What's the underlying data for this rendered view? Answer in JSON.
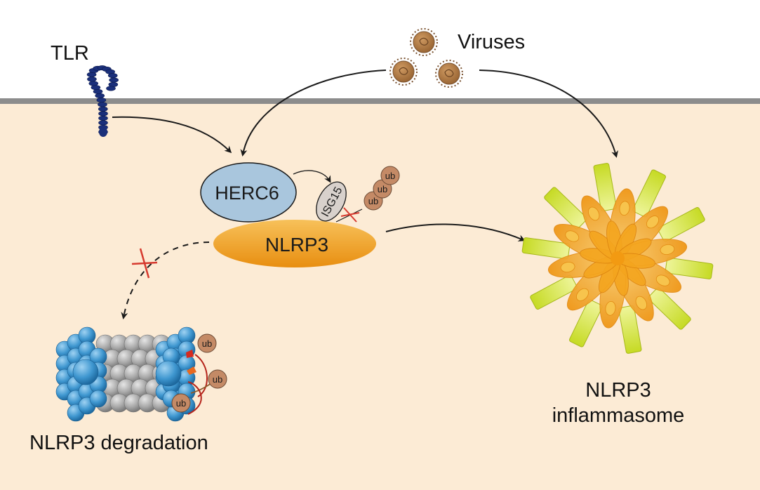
{
  "labels": {
    "tlr": "TLR",
    "viruses": "Viruses",
    "herc6": "HERC6",
    "isg15": "ISG15",
    "nlrp3": "NLRP3",
    "ub": "ub",
    "degradation": "NLRP3 degradation",
    "inflammasome_line1": "NLRP3",
    "inflammasome_line2": "inflammasome"
  },
  "colors": {
    "extracellular": "#ffffff",
    "cytoplasm": "#fcebd5",
    "membrane": "#8c8c8c",
    "tlr_receptor": "#1a2f7a",
    "virus": "#b07a45",
    "herc6": "#a9c6dd",
    "isg15": "#d8d1cc",
    "nlrp3": "#f0a020",
    "ubiquitin": "#c48a66",
    "proteasome_cap": "#3f97d0",
    "proteasome_core": "#a9a9a9",
    "inhibition_mark": "#d63a2f",
    "inflammasome_petal": "#f2a21c",
    "inflammasome_spoke": "#cfe33a"
  }
}
